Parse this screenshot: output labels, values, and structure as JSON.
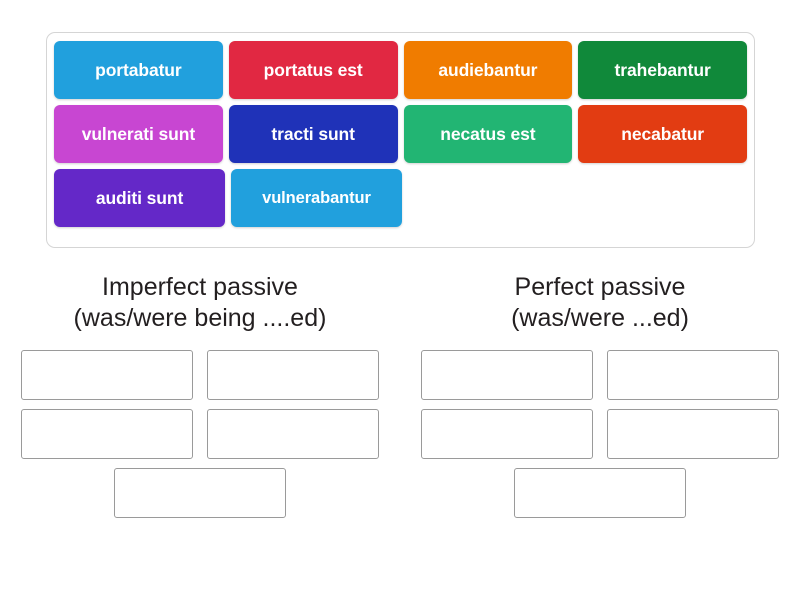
{
  "word_bank": {
    "name": "word-bank",
    "rows": [
      [
        {
          "label": "portabatur",
          "color": "#21a0dd"
        },
        {
          "label": "portatus est",
          "color": "#e12842"
        },
        {
          "label": "audiebantur",
          "color": "#f07c00"
        },
        {
          "label": "trahebantur",
          "color": "#10893a"
        }
      ],
      [
        {
          "label": "vulnerati sunt",
          "color": "#c846d2"
        },
        {
          "label": "tracti sunt",
          "color": "#1f32b8"
        },
        {
          "label": "necatus est",
          "color": "#22b573"
        },
        {
          "label": "necabatur",
          "color": "#e23c12"
        }
      ],
      [
        {
          "label": "auditi sunt",
          "color": "#6428c8"
        },
        {
          "label": "vulnerabantur",
          "color": "#21a0dd"
        }
      ]
    ]
  },
  "columns": [
    {
      "id": "imperfect-passive",
      "heading": "Imperfect passive\n(was/were being ....ed)",
      "slots": [
        "",
        "",
        "",
        "",
        ""
      ]
    },
    {
      "id": "perfect-passive",
      "heading": "Perfect passive\n(was/were ...ed)",
      "slots": [
        "",
        "",
        "",
        "",
        ""
      ]
    }
  ],
  "colors": {
    "page_background": "#ffffff",
    "bank_border": "#d5d5d5",
    "slot_border": "#9a9a9a",
    "text": "#231f20",
    "tile_text": "#ffffff"
  }
}
